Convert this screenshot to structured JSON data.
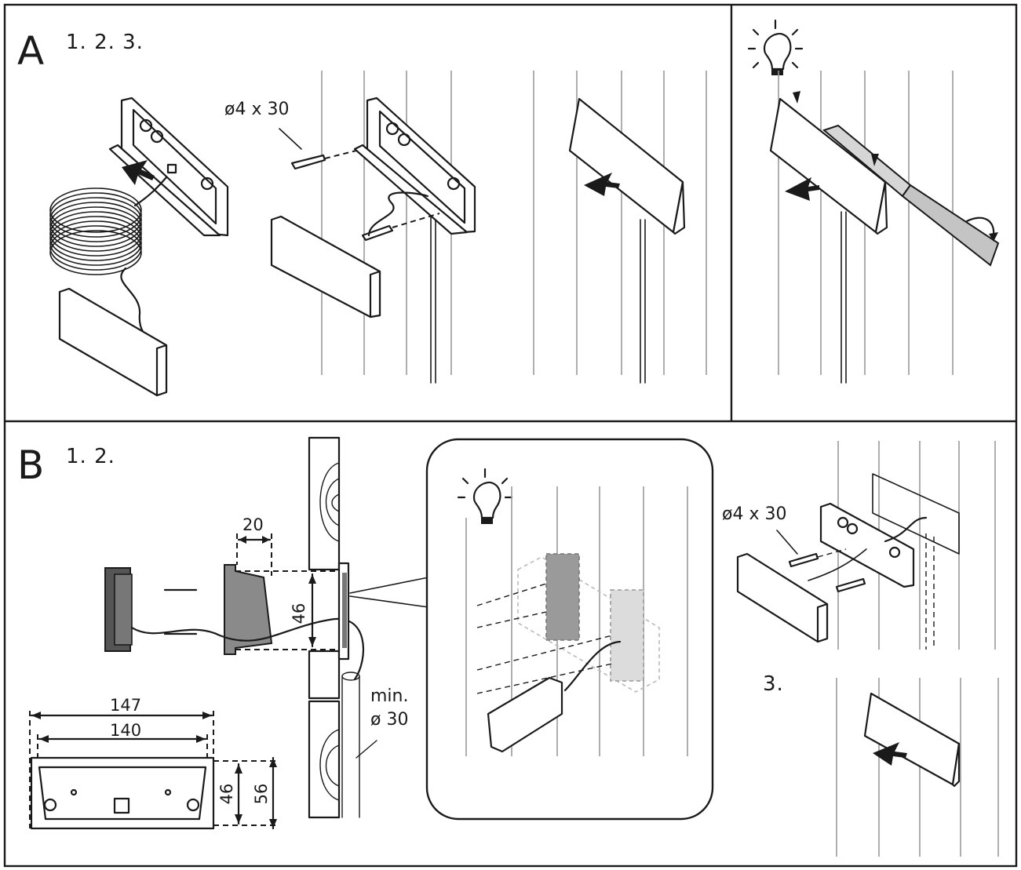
{
  "panel_a": {
    "letter": "A",
    "steps": "1. 2. 3.",
    "screw_spec": "ø4 x 30"
  },
  "panel_b": {
    "letter": "B",
    "steps": "1. 2.",
    "dim_depth": "20",
    "dim_height_side": "46",
    "dim_outer_width": "147",
    "dim_inner_width": "140",
    "dim_inner_height": "46",
    "dim_outer_height": "56",
    "hole_min": "min.",
    "hole_diameter": "ø 30",
    "screw_spec": "ø4 x 30",
    "step3": "3."
  },
  "icons": [
    "lightbulb-icon",
    "arrow-icon",
    "rotate-arrow-icon"
  ]
}
